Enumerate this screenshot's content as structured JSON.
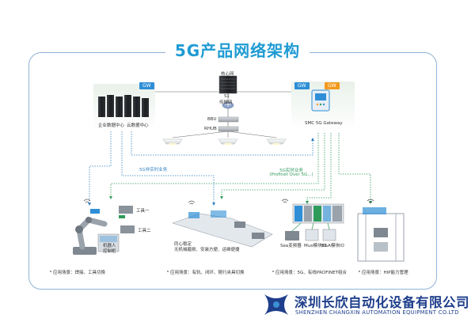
{
  "title": "5G产品网络架构",
  "top": {
    "core_network": "核心网",
    "s1": "S1",
    "transport_network": "传输网",
    "bbu": "BBU",
    "rhub": "RHUB",
    "enterprise_dc": "企业数据中心",
    "cloud_dc": "云数据中心",
    "gw_badge_left": "GW",
    "gw_badge_right_blue": "GW",
    "gw_badge_right_orange": "GW",
    "gateway_label": "SMC 5G Gateway"
  },
  "links": {
    "non_realtime": "5G非实时业务",
    "realtime_line1": "5G实时业务",
    "realtime_line2": "(Profinet Over 5G...)"
  },
  "scenes": {
    "s1_tool1": "工具一",
    "s1_tool2": "工具二",
    "s1_robot_line1": "机器人",
    "s1_robot_line2": "控制柜",
    "s2_bullets": [
      "同心稳定",
      "无机械磨损、安装方便、运维便捷"
    ],
    "s3_modules": [
      "Sea变频器",
      "Mux模块IO",
      "B&A模块IO"
    ],
    "captions": [
      "应用场景：焊接、工具切换",
      "应用场景：有轨、闭环、随行夹具切换",
      "应用场景：5G、有线PROFINET组合",
      "应用场景：HIP能力管理"
    ]
  },
  "brand": {
    "name_cn": "深圳长欣自动化设备有限公司",
    "name_en": "SHENZHEN CHANGXIN AUTOMATION EQUIPMENT CO.LTD"
  },
  "colors": {
    "title": "#1f9bd3",
    "frame": "#8fb3d6",
    "gw_blue": "#2e8fd6",
    "gw_orange": "#f39a1e",
    "link_green": "#2f9b5b",
    "link_blue": "#2e7fc0",
    "brand": "#1f3f8c"
  }
}
